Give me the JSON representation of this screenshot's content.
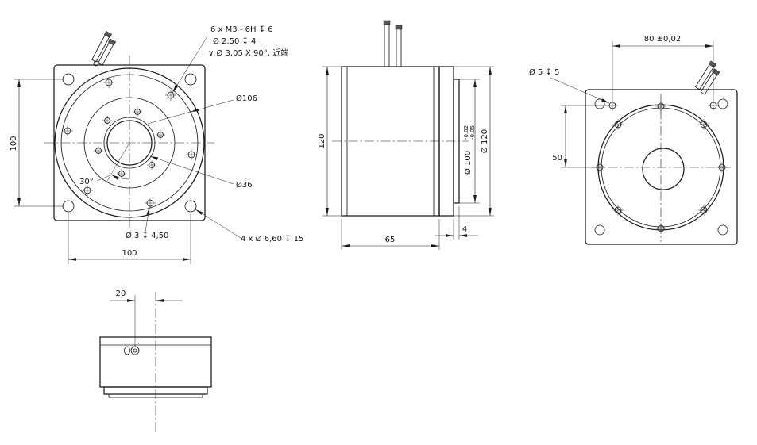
{
  "drawing": {
    "front": {
      "callout_tap": "6 x  M3 - 6H ↧ 6",
      "callout_cbore": "Ø 2,50 ↧ 4",
      "callout_csink": "∨ Ø 3,05 X 90°, 近端",
      "dia_106": "Ø106",
      "dia_36": "Ø36",
      "angle_30": "30°",
      "dim_height": "100",
      "dim_width": "100",
      "callout_hole_3": "Ø 3 ↧ 4,50",
      "callout_hole_66": "4 x Ø 6,60 ↧ 15"
    },
    "side": {
      "dim_height": "120",
      "dia_pilot": "Ø 100",
      "tol_upper": "-0.02",
      "tol_lower": "-0.05",
      "dia_body": "Ø 120",
      "dim_length": "65",
      "dim_pilot_thickness": "4"
    },
    "rear": {
      "dim_hole_spacing": "80 ±0,02",
      "dim_vertical": "50",
      "callout_dowel": "Ø 5 ↧ 5"
    },
    "bottom": {
      "dim_wire_offset": "20"
    }
  }
}
